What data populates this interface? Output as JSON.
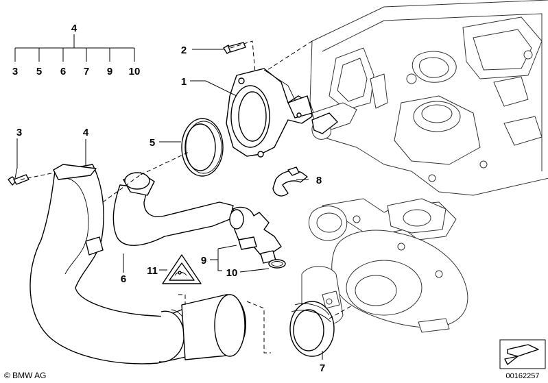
{
  "diagram": {
    "callouts": {
      "c1": "1",
      "c2": "2",
      "c3_tree": "3",
      "c3_bolt": "3",
      "c4_top": "4",
      "c4_hose": "4",
      "c5_tree": "5",
      "c5_ring": "5",
      "c6_tree": "6",
      "c6_pipe": "6",
      "c7_tree": "7",
      "c7_ring": "7",
      "c8": "8",
      "c9_tree": "9",
      "c9_conn": "9",
      "c10_tree": "10",
      "c10_oring": "10",
      "c11": "11"
    },
    "footer": {
      "copyright": "© BMW AG",
      "document_number": "00162257"
    }
  }
}
